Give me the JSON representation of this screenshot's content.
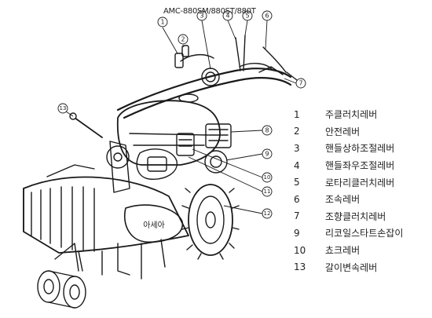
{
  "diagram": {
    "model_label": "AMC-880SM/880ST/880T",
    "legend": [
      {
        "num": "1",
        "label": "주클러치레버"
      },
      {
        "num": "2",
        "label": "안전레버"
      },
      {
        "num": "3",
        "label": "핸들상하조절레버"
      },
      {
        "num": "4",
        "label": "핸들좌우조절레버"
      },
      {
        "num": "5",
        "label": "로타리클러치레버"
      },
      {
        "num": "6",
        "label": "조속레버"
      },
      {
        "num": "7",
        "label": "조향클러치레버"
      },
      {
        "num": "9",
        "label": "리코일스타트손잡이"
      },
      {
        "num": "10",
        "label": "쵸크레버"
      },
      {
        "num": "13",
        "label": "갈이변속레버"
      }
    ],
    "callout_numbers": [
      "1",
      "2",
      "3",
      "4",
      "5",
      "6",
      "7",
      "8",
      "9",
      "10",
      "11",
      "12",
      "13"
    ],
    "badge_text": "아세아"
  }
}
